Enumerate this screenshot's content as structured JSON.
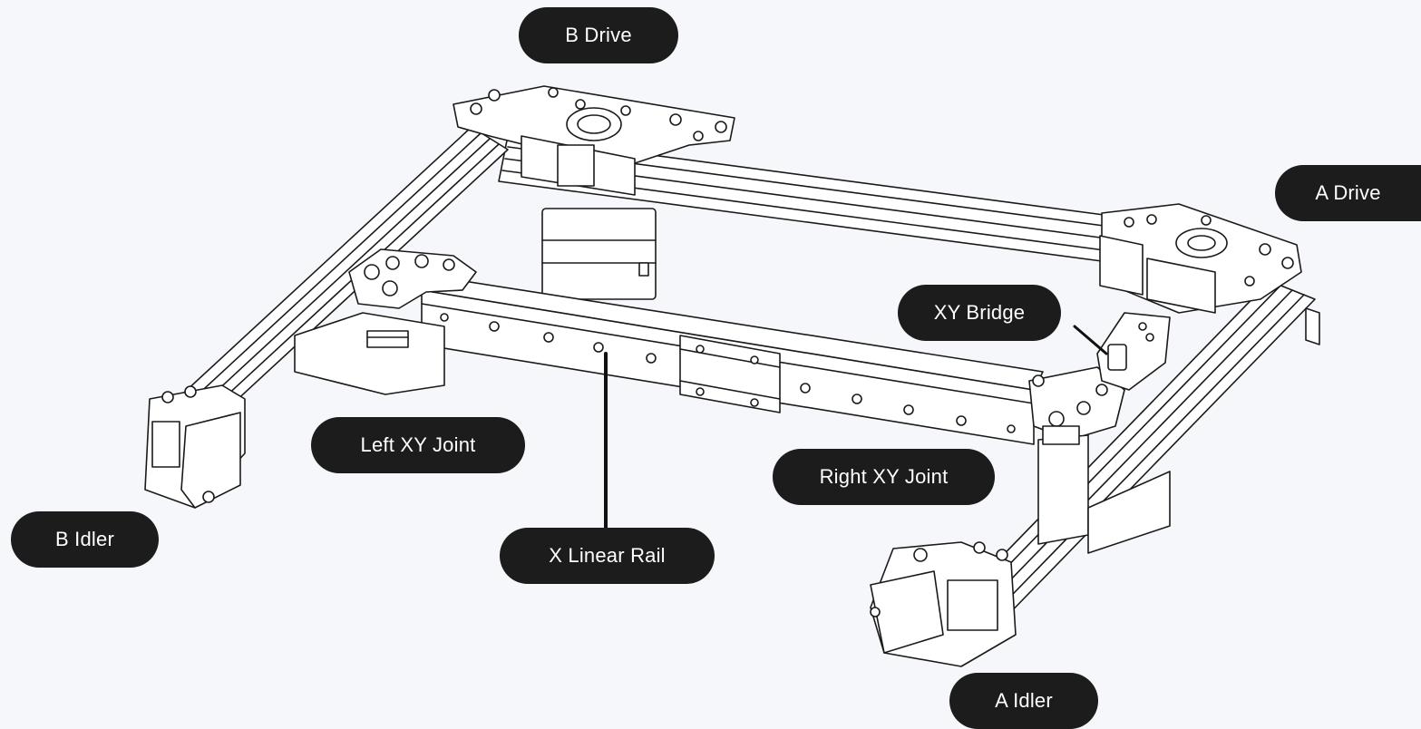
{
  "labels": {
    "b_drive": "B Drive",
    "a_drive": "A Drive",
    "xy_bridge": "XY Bridge",
    "left_xy_joint": "Left XY Joint",
    "right_xy_joint": "Right XY Joint",
    "b_idler": "B Idler",
    "x_linear_rail": "X Linear Rail",
    "a_idler": "A Idler"
  },
  "colors": {
    "background": "#f5f7fa",
    "label_fill": "#1c1c1c",
    "label_text": "#ffffff",
    "line_art": "#1a1a1a",
    "part_fill": "#ffffff"
  }
}
